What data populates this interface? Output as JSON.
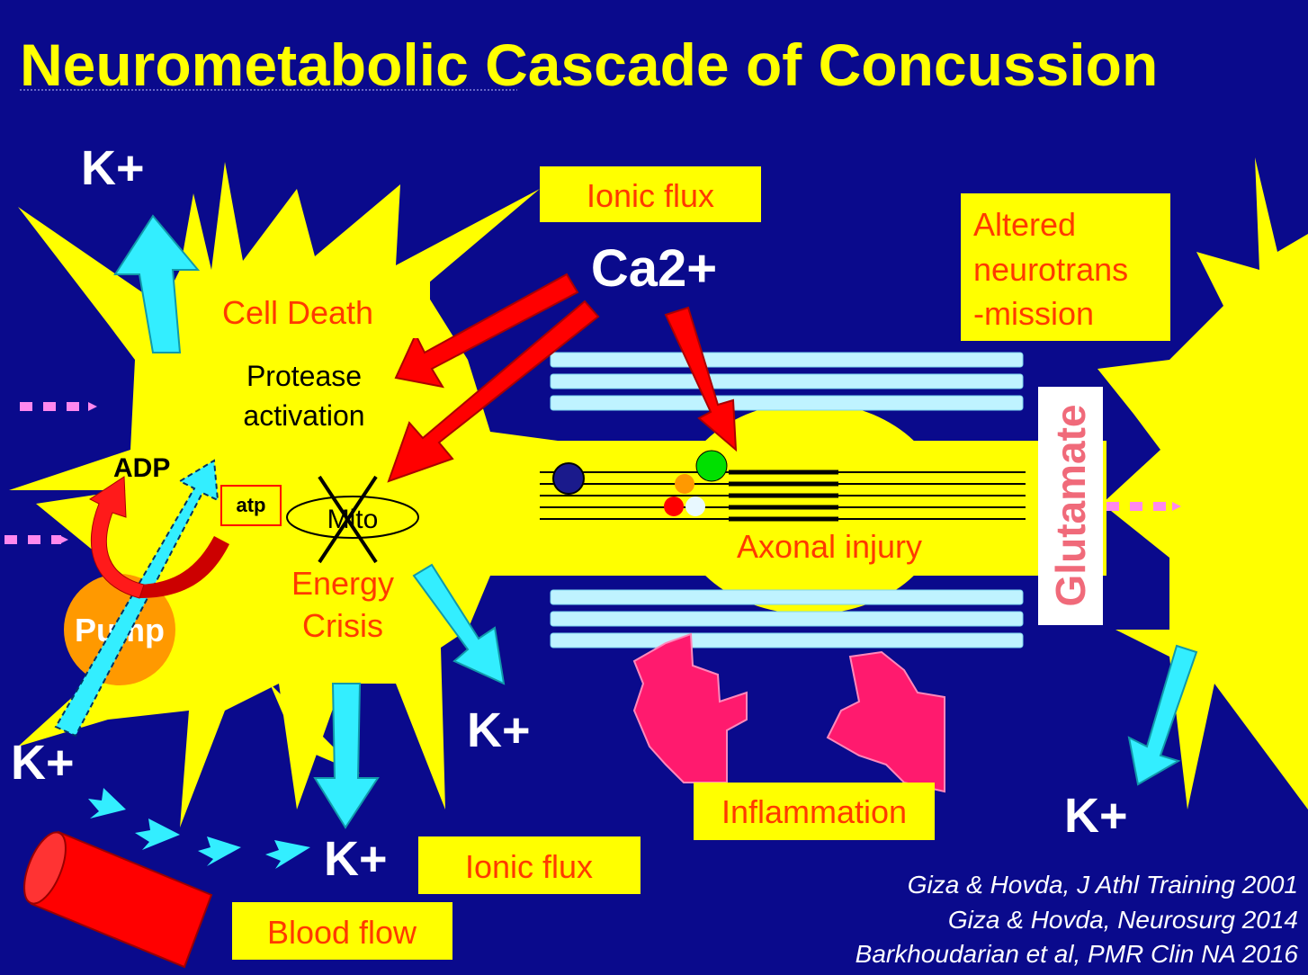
{
  "title": "Neurometabolic Cascade of Concussion",
  "labels": {
    "ionic_flux_top": "Ionic flux",
    "ca": "Ca2+",
    "altered_l1": "Altered",
    "altered_l2": "neurotrans",
    "altered_l3": "-mission",
    "cell_death": "Cell Death",
    "protease_l1": "Protease",
    "protease_l2": "activation",
    "adp": "ADP",
    "atp": "atp",
    "mito": "Mito",
    "energy_l1": "Energy",
    "energy_l2": "Crisis",
    "pump": "Pump",
    "axonal_injury": "Axonal injury",
    "glutamate": "Glutamate",
    "inflammation": "Inflammation",
    "ionic_flux_bottom": "Ionic flux",
    "blood_flow": "Blood flow",
    "k_top_left": "K+",
    "k_left": "K+",
    "k_mid": "K+",
    "k_bottom": "K+",
    "k_right": "K+"
  },
  "citations": [
    "Giza & Hovda, J Athl Training 2001",
    "Giza & Hovda, Neurosurg 2014",
    "Barkhoudarian et al, PMR Clin NA 2016"
  ],
  "colors": {
    "background": "#0a0a8c",
    "neuron": "#ffff00",
    "label_box": "#ffff00",
    "label_text": "#ff3a00",
    "k_arrow": "#33eeff",
    "ca_arrow": "#ff0000",
    "microtubule": "#bff3ff",
    "inflammation": "#ff1a6e",
    "pump": "#ff9900",
    "glutamate_text": "#f06a7a"
  }
}
